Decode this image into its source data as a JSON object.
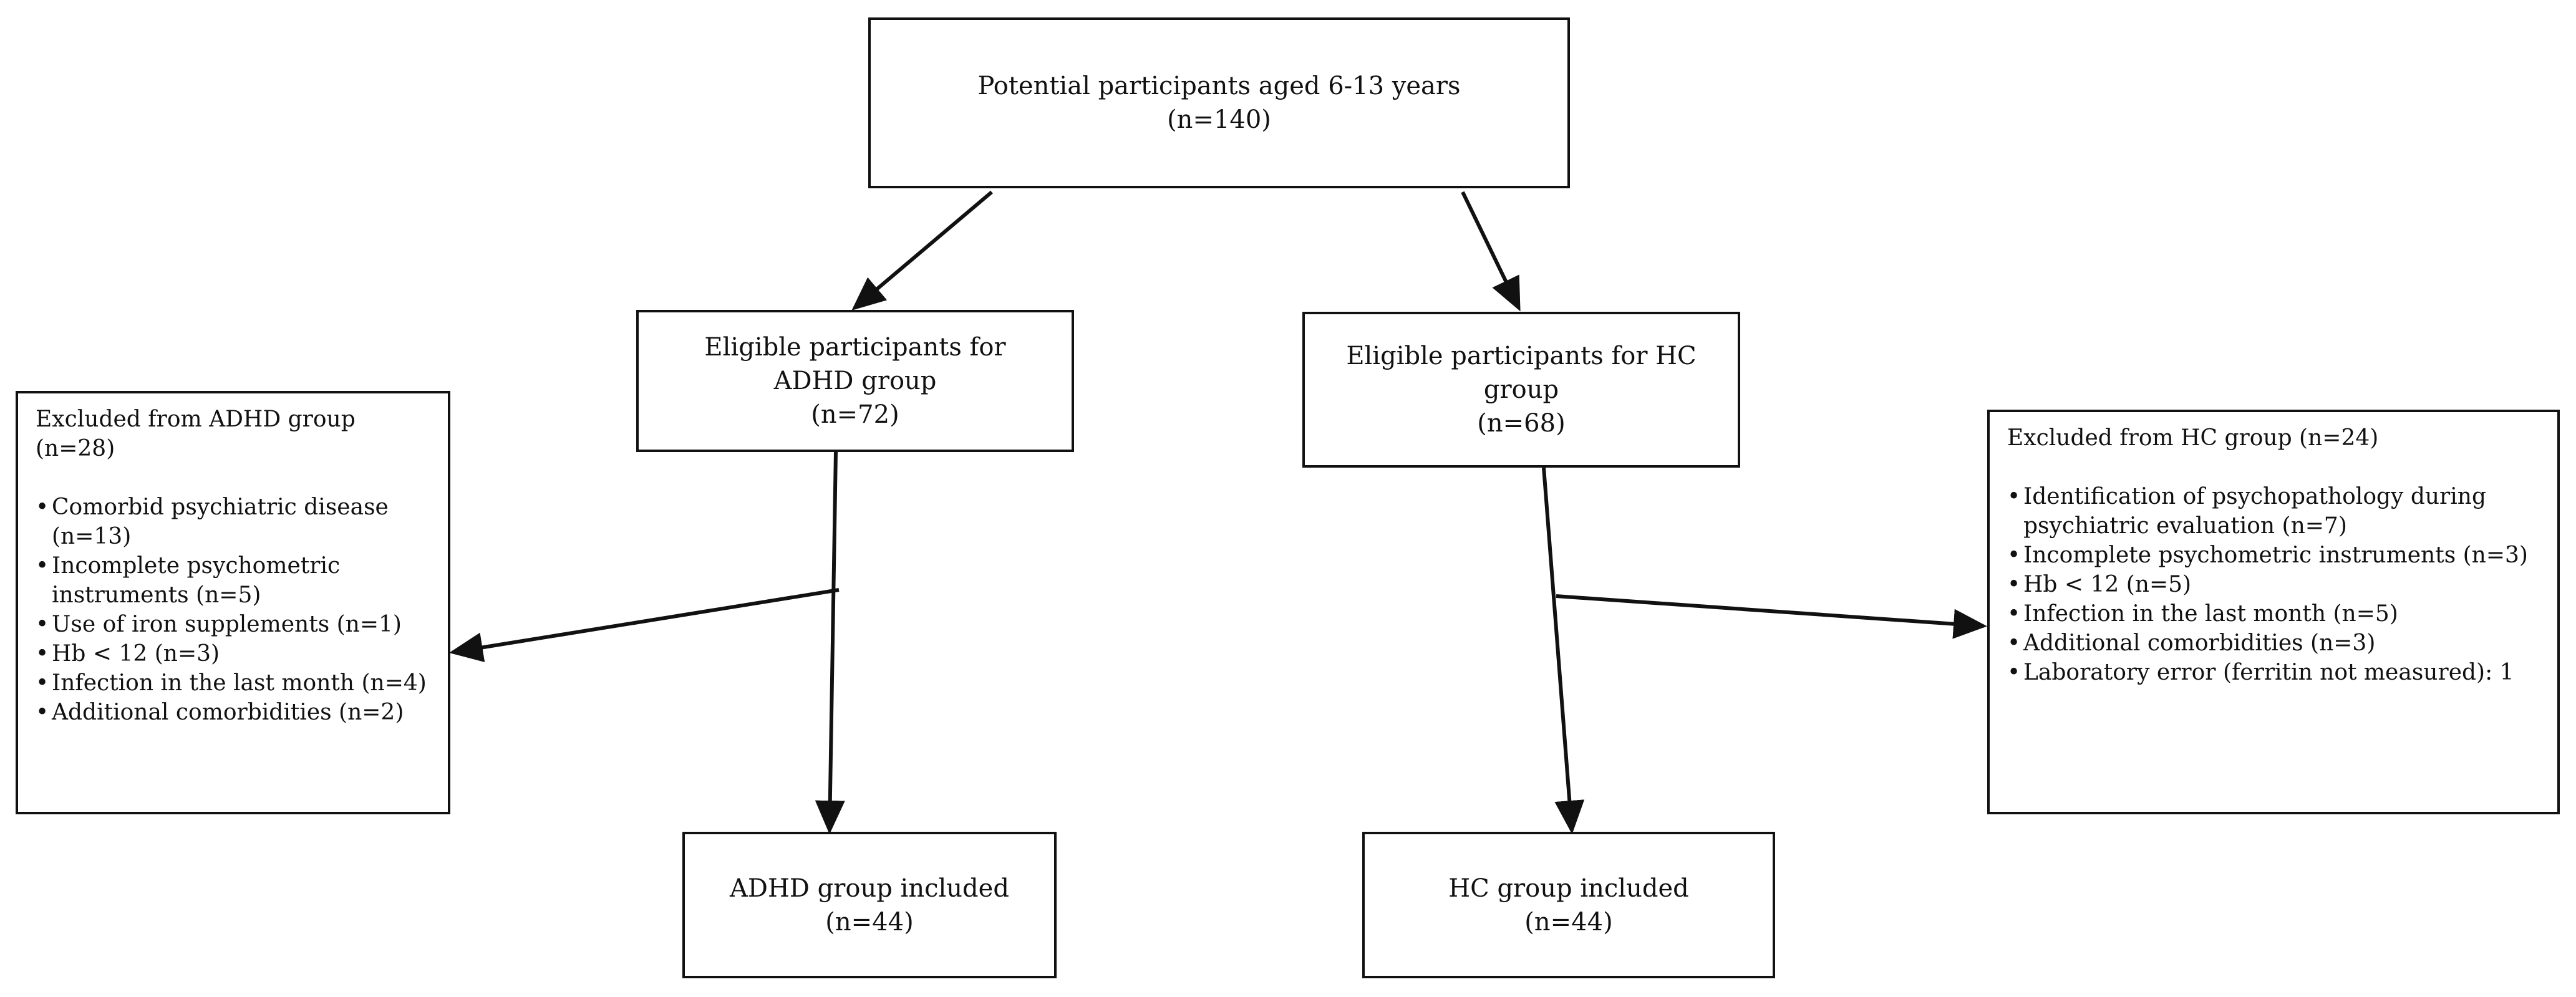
{
  "nodes": {
    "potential": {
      "line1": "Potential participants aged 6-13 years",
      "line2": "(n=140)"
    },
    "eligible_adhd": {
      "line1": "Eligible participants for",
      "line2": "ADHD group",
      "line3": "(n=72)"
    },
    "eligible_hc": {
      "line1": "Eligible participants for HC",
      "line2": "group",
      "line3": "(n=68)"
    },
    "excluded_adhd": {
      "heading": "Excluded from ADHD group",
      "count": "(n=28)",
      "items": [
        "Comorbid psychiatric disease (n=13)",
        "Incomplete psychometric instruments (n=5)",
        "Use of iron supplements (n=1)",
        "Hb < 12 (n=3)",
        "Infection in the last month (n=4)",
        "Additional comorbidities (n=2)"
      ]
    },
    "excluded_hc": {
      "heading": "Excluded from HC group (n=24)",
      "items": [
        "Identification of psychopathology during psychiatric evaluation (n=7)",
        "Incomplete psychometric instruments (n=3)",
        "Hb < 12 (n=5)",
        "Infection in the last month (n=5)",
        "Additional comorbidities (n=3)",
        "Laboratory error (ferritin not measured): 1"
      ]
    },
    "included_adhd": {
      "line1": "ADHD group included",
      "line2": "(n=44)"
    },
    "included_hc": {
      "line1": "HC group included",
      "line2": "(n=44)"
    }
  },
  "colors": {
    "stroke": "#111111",
    "background": "#ffffff"
  }
}
